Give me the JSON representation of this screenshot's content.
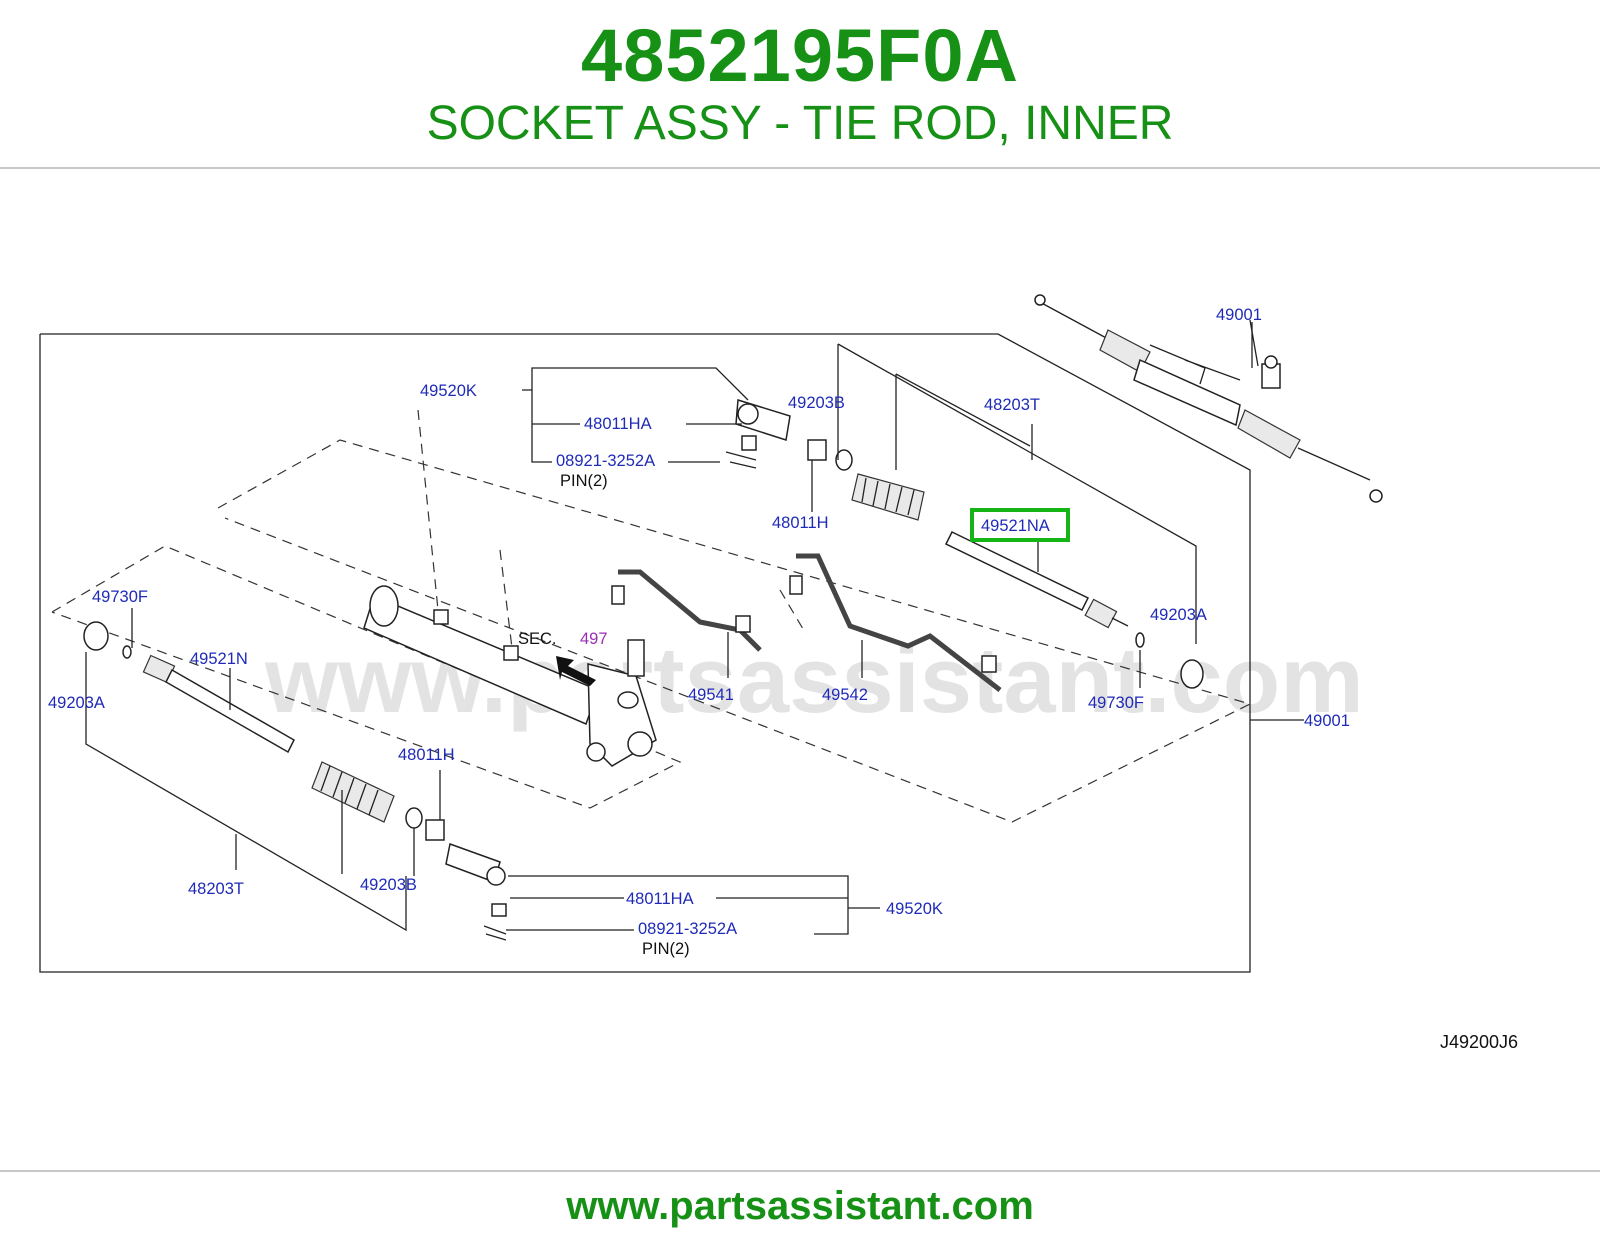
{
  "header": {
    "part_number": "4852195F0A",
    "description": "SOCKET ASSY - TIE ROD, INNER"
  },
  "diagram": {
    "watermark": "www.partsassistant.com",
    "reference_code": "J49200J6",
    "highlight_color": "#14b514",
    "callouts": {
      "c49001_top": "49001",
      "c48203T_top": "48203T",
      "c49203B_top": "49203B",
      "c49520K_top": "49520K",
      "c48011HA_top": "48011HA",
      "c08921_top": "08921-3252A",
      "pin_top": "PIN(2)",
      "c48011H_top": "48011H",
      "c49521NA": "49521NA",
      "c49203A_right": "49203A",
      "c49730F_right": "49730F",
      "c49001_right": "49001",
      "c49730F_left": "49730F",
      "c49521N": "49521N",
      "c49203A_left": "49203A",
      "sec_label": "SEC.",
      "sec_number": "497",
      "c49541": "49541",
      "c49542": "49542",
      "c48011H_bottom": "48011H",
      "c48203T_bottom": "48203T",
      "c49203B_bottom": "49203B",
      "c48011HA_bottom": "48011HA",
      "c49520K_bottom": "49520K",
      "c08921_bottom": "08921-3252A",
      "pin_bottom": "PIN(2)"
    }
  },
  "footer": {
    "url": "www.partsassistant.com"
  }
}
